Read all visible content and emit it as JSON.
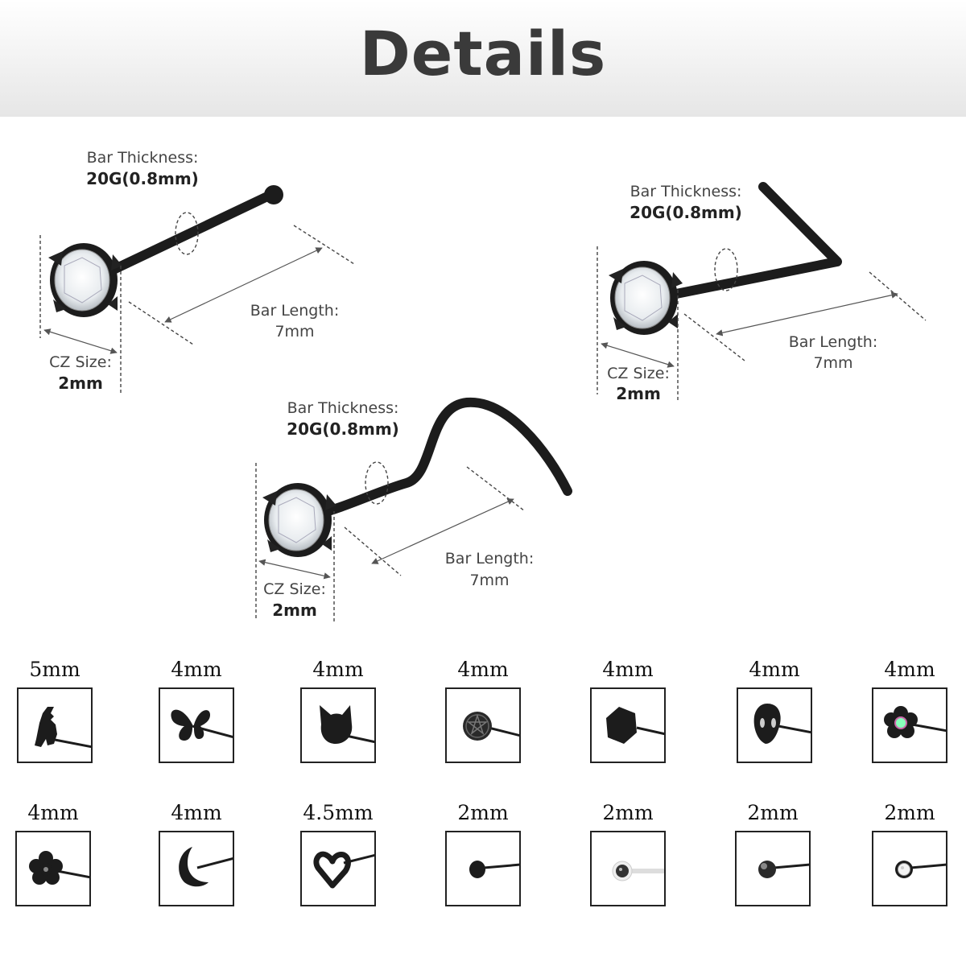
{
  "header": {
    "title": "Details"
  },
  "specs": {
    "straight": {
      "bar_thickness_label": "Bar Thickness:",
      "bar_thickness_value": "20G(0.8mm)",
      "bar_length_label": "Bar Length:",
      "bar_length_value": "7mm",
      "cz_size_label": "CZ Size:",
      "cz_size_value": "2mm"
    },
    "lshape": {
      "bar_thickness_label": "Bar Thickness:",
      "bar_thickness_value": "20G(0.8mm)",
      "bar_length_label": "Bar Length:",
      "bar_length_value": "7mm",
      "cz_size_label": "CZ Size:",
      "cz_size_value": "2mm"
    },
    "screw": {
      "bar_thickness_label": "Bar Thickness:",
      "bar_thickness_value": "20G(0.8mm)",
      "bar_length_label": "Bar Length:",
      "bar_length_value": "7mm",
      "cz_size_label": "CZ Size:",
      "cz_size_value": "2mm"
    }
  },
  "top_sizes": [
    {
      "size": "5mm",
      "icon": "dinosaur-icon"
    },
    {
      "size": "4mm",
      "icon": "butterfly-icon"
    },
    {
      "size": "4mm",
      "icon": "cat-head-icon"
    },
    {
      "size": "4mm",
      "icon": "pentagram-icon"
    },
    {
      "size": "4mm",
      "icon": "hexagon-icon"
    },
    {
      "size": "4mm",
      "icon": "alien-icon"
    },
    {
      "size": "4mm",
      "icon": "flower-gem-icon"
    }
  ],
  "bottom_sizes": [
    {
      "size": "4mm",
      "icon": "flower-icon"
    },
    {
      "size": "4mm",
      "icon": "moon-icon"
    },
    {
      "size": "4.5mm",
      "icon": "heart-icon"
    },
    {
      "size": "2mm",
      "icon": "flat-disc-icon"
    },
    {
      "size": "2mm",
      "icon": "clear-gem-icon"
    },
    {
      "size": "2mm",
      "icon": "ball-icon"
    },
    {
      "size": "2mm",
      "icon": "bezel-gem-icon"
    }
  ],
  "colors": {
    "metal": "#1c1c1c",
    "banner_text": "#3a3a3a",
    "label_text": "#444444"
  }
}
